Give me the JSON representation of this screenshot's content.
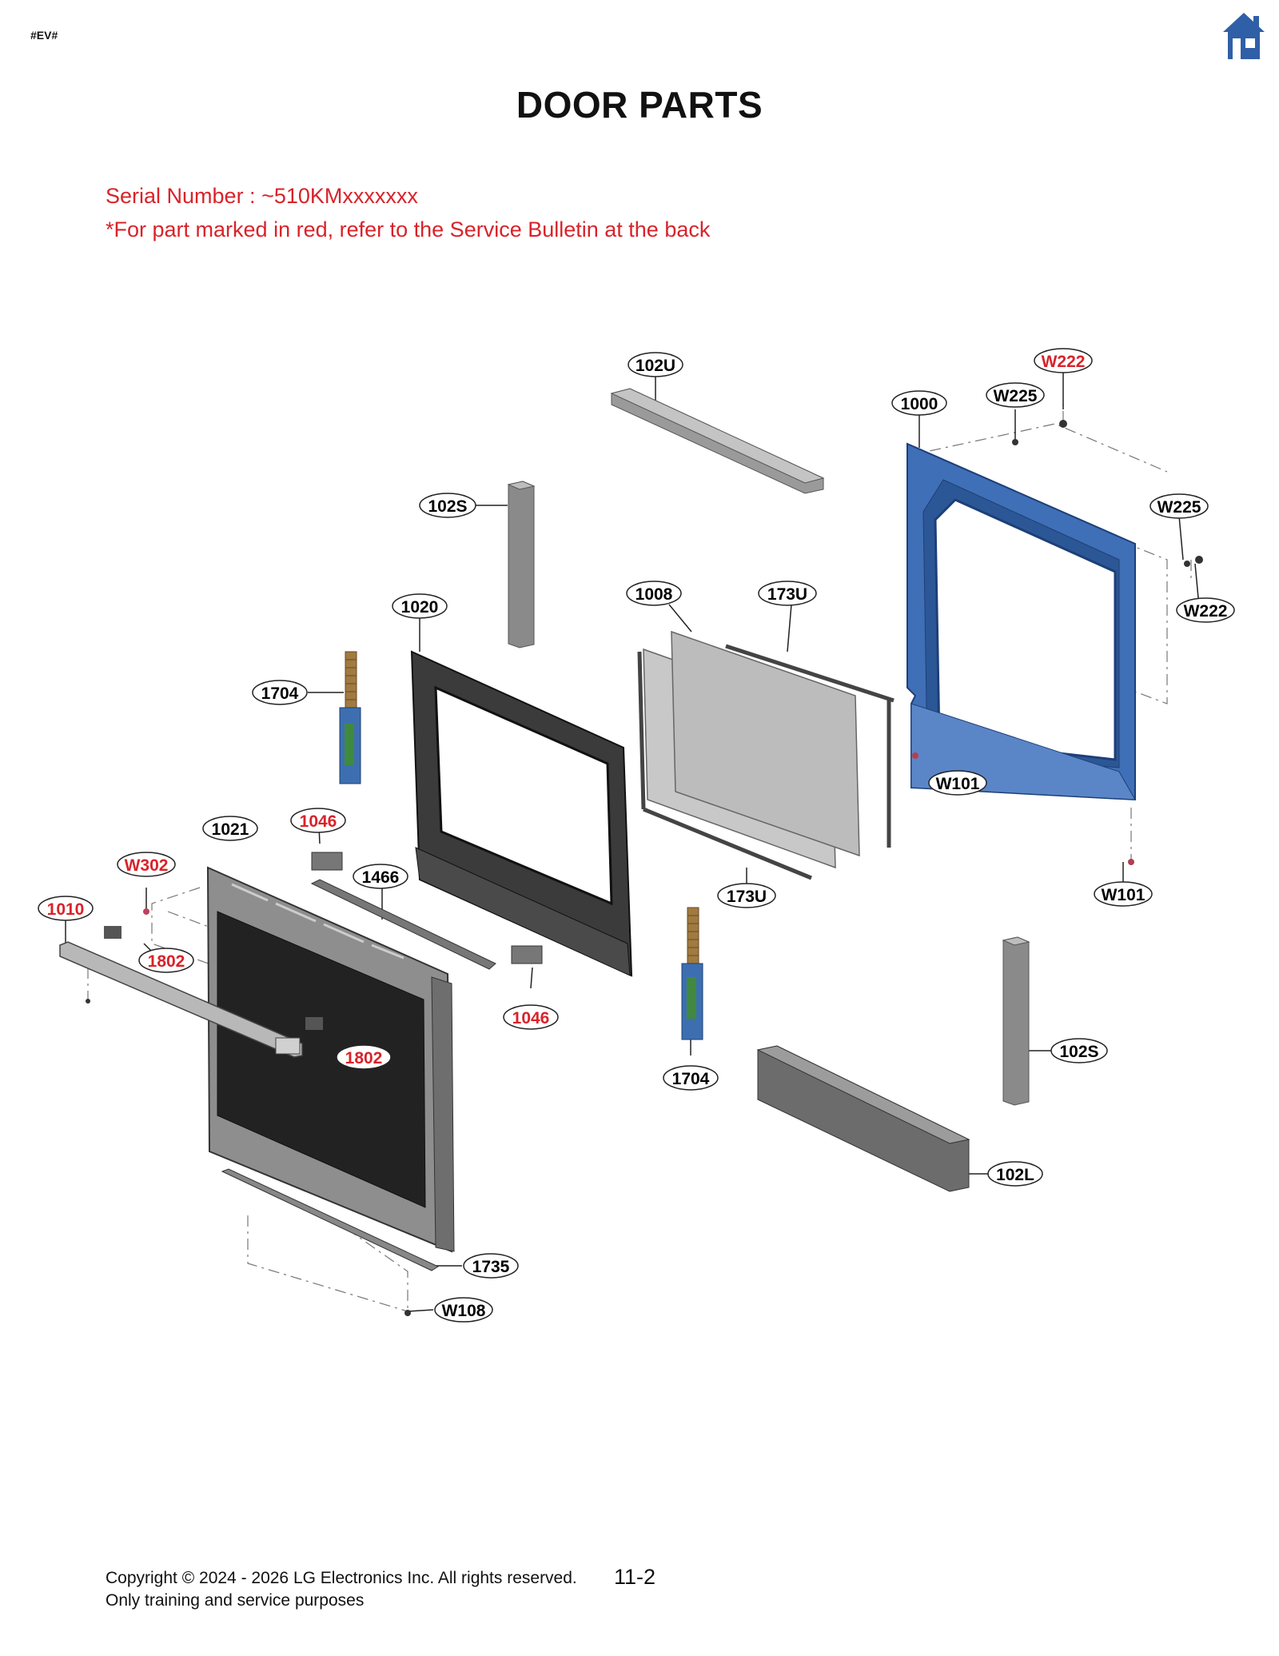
{
  "header": {
    "doc_code": "#EV#",
    "title": "DOOR PARTS",
    "home_icon": "home-icon"
  },
  "notes": {
    "serial": "Serial Number : ~510KMxxxxxxx",
    "bulletin": "*For part marked in red, refer to the Service Bulletin at the back"
  },
  "colors": {
    "red": "#d8232a",
    "home_blue": "#2f5fa7",
    "frame_blue": "#3f6fb6",
    "part_gray": "#8a8a8a",
    "glass_gray": "#c8c8c8",
    "panel_dark": "#2a2a2a"
  },
  "callouts": {
    "c102U": "102U",
    "cW222a": "W222",
    "c1000": "1000",
    "cW225a": "W225",
    "c102Sa": "102S",
    "cW225b": "W225",
    "cW222b": "W222",
    "c1008": "1008",
    "c173Ua": "173U",
    "c1020": "1020",
    "c1704a": "1704",
    "cW101a": "W101",
    "c1046a": "1046",
    "c1021": "1021",
    "cW302": "W302",
    "c1466": "1466",
    "c173Ub": "173U",
    "cW101b": "W101",
    "c1010": "1010",
    "c1802a": "1802",
    "c1046b": "1046",
    "c1802b": "1802",
    "c102Sb": "102S",
    "c1704b": "1704",
    "c102L": "102L",
    "c1735": "1735",
    "cW108": "W108"
  },
  "footer": {
    "copyright": "Copyright © 2024 - 2026 LG Electronics Inc. All rights reserved.",
    "purpose": "Only training and service purposes",
    "page": "11-2"
  }
}
